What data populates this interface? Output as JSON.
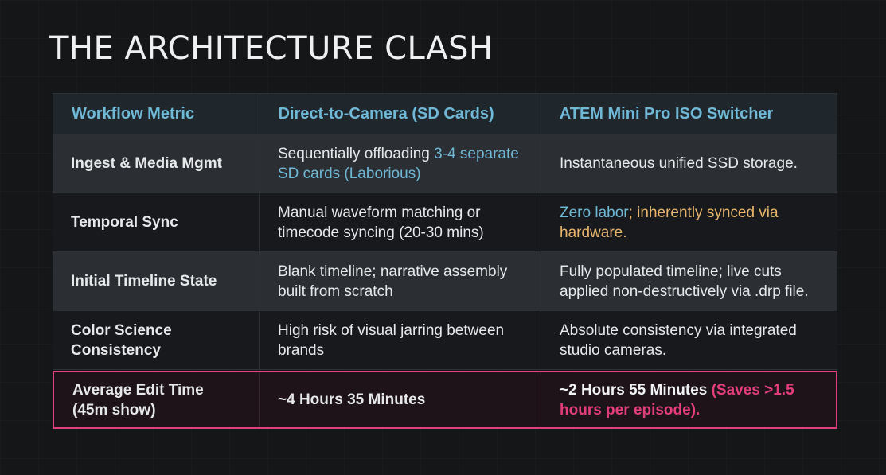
{
  "title": "THE ARCHITECTURE CLASH",
  "header": {
    "c1": "Workflow Metric",
    "c2": "Direct-to-Camera (SD Cards)",
    "c3": "ATEM Mini Pro ISO Switcher"
  },
  "rows": [
    {
      "metric": "Ingest & Media Mgmt",
      "direct_a": "Sequentially offloading ",
      "direct_b": "3-4 separate SD cards (Laborious)",
      "atem_a": "Instantaneous unified SSD storage."
    },
    {
      "metric": "Temporal Sync",
      "direct_a": "Manual waveform matching or timecode syncing (20-30 mins)",
      "atem_a": "Zero labor",
      "atem_b": "; inherently synced via hardware."
    },
    {
      "metric": "Initial Timeline State",
      "direct_a": "Blank timeline; narrative assembly built from scratch",
      "atem_a": "Fully populated timeline; live cuts applied non-destructively via .drp file."
    },
    {
      "metric": "Color Science Consistency",
      "direct_a": "High risk of visual jarring between brands",
      "atem_a": "Absolute consistency via integrated studio cameras."
    },
    {
      "metric": "Average Edit Time (45m show)",
      "direct_a": "~4 Hours 35 Minutes",
      "atem_a": "~2 Hours 55 Minutes ",
      "atem_b": "(Saves >1.5 hours per episode)."
    }
  ],
  "colors": {
    "accent_blue": "#6fb8d6",
    "accent_orange": "#e9b56a",
    "accent_pink": "#e43d7c",
    "background": "#141618"
  }
}
